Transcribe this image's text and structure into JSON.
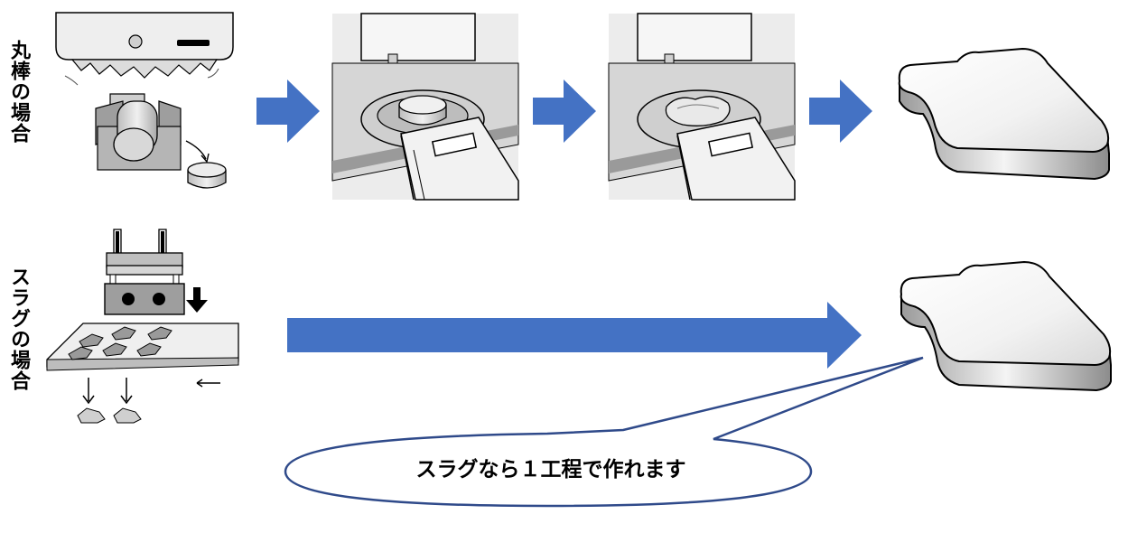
{
  "labels": {
    "rod_case": "丸棒の場合",
    "slug_case": "スラグの場合"
  },
  "callout": {
    "text": "スラグなら１工程で作れます"
  },
  "colors": {
    "arrow": "#4472C4",
    "callout_border": "#2F4A8A",
    "photo_bg": "#ECECEC"
  },
  "icons": [
    "saw-cutting-illustration",
    "forging-die-photo",
    "forged-part-photo",
    "finished-part-icon",
    "slug-punching-illustration"
  ]
}
